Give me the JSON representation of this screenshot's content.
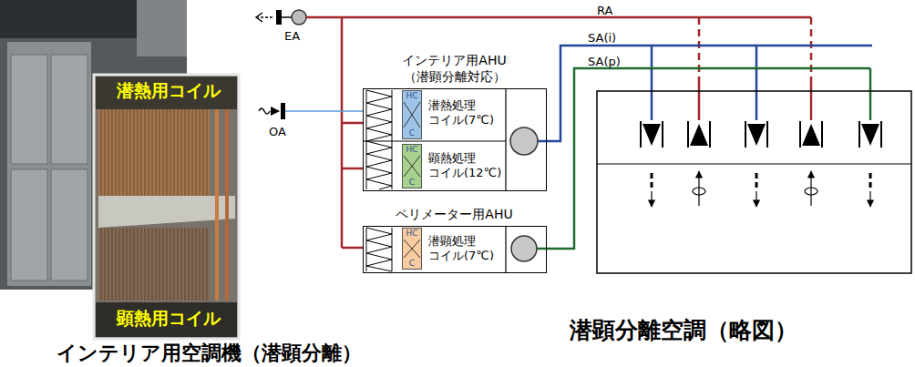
{
  "diagram": {
    "title": "潜顕分離空調（略図）",
    "caption": "インテリア用空調機（潜顕分離）",
    "nodes": [
      {
        "text": [
          "インテリア用AHU （潜顕分離対応）"
        ]
      },
      {
        "text": [
          "HC",
          "C"
        ],
        "in": 0
      },
      {
        "text": [
          "HC",
          "C"
        ],
        "in": 0
      },
      {
        "text": [
          "ペリメーター用AHU"
        ]
      },
      {
        "text": [
          "HC",
          "C"
        ],
        "in": 3
      }
    ],
    "labels": [
      "潜熱用コイル",
      "顕熱用コイル",
      "EA",
      "OA",
      "RA",
      "SA(i)",
      "SA(p)",
      "潜熱処理 コイル(7℃)",
      "顕熱処理 コイル(12℃)",
      "潜顕処理 コイル(7℃)"
    ]
  }
}
